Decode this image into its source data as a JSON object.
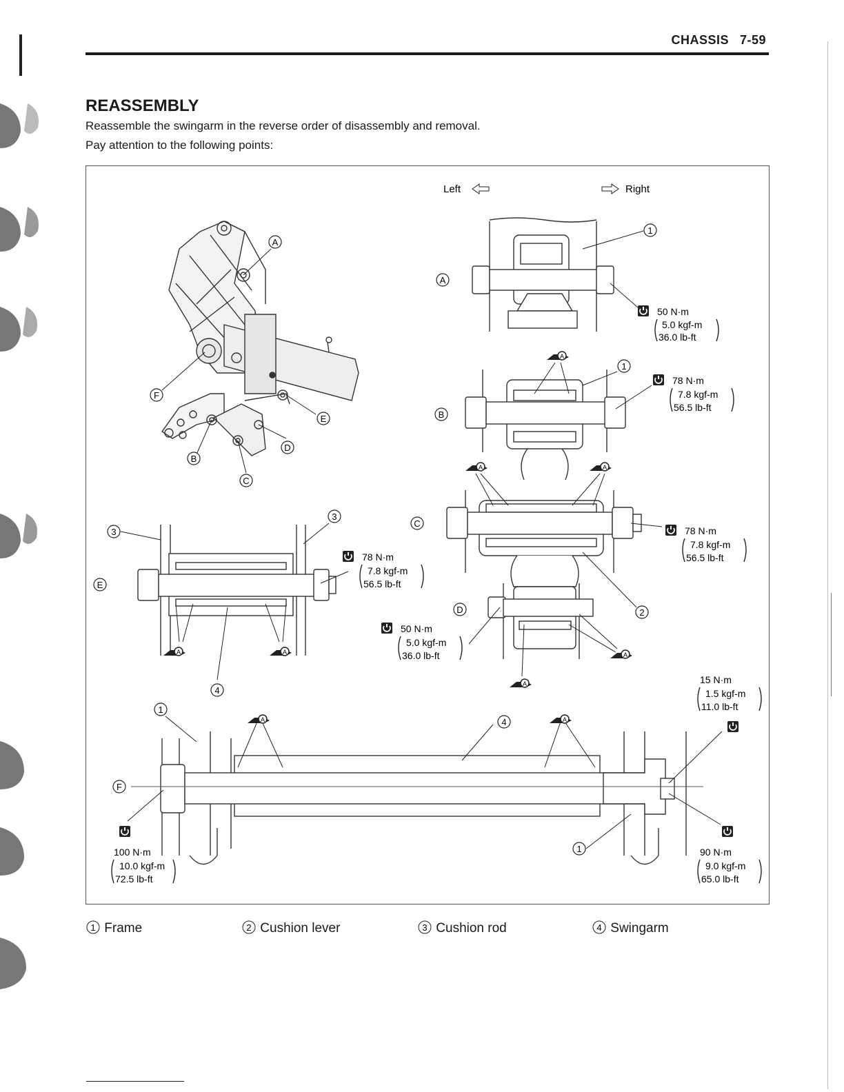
{
  "header": {
    "section": "CHASSIS",
    "page": "7-59"
  },
  "title": "REASSEMBLY",
  "intro": [
    "Reassemble the swingarm in the reverse order of disassembly and removal.",
    "Pay attention to the following points:"
  ],
  "figure": {
    "direction_left": "Left",
    "direction_right": "Right",
    "callouts": {
      "a": "A",
      "b": "B",
      "c": "C",
      "d": "D",
      "e": "E",
      "f": "F"
    },
    "parts": {
      "one": "1",
      "two": "2",
      "three": "3",
      "four": "4"
    },
    "grease_label": "A",
    "torques": {
      "a": [
        "50 N·m",
        "5.0 kgf-m",
        "36.0 lb-ft"
      ],
      "b": [
        "78 N·m",
        "7.8 kgf-m",
        "56.5 lb-ft"
      ],
      "c": [
        "78 N·m",
        "7.8 kgf-m",
        "56.5 lb-ft"
      ],
      "e": [
        "78 N·m",
        "7.8 kgf-m",
        "56.5 lb-ft"
      ],
      "d": [
        "50 N·m",
        "5.0 kgf-m",
        "36.0 lb-ft"
      ],
      "f_top": [
        "15 N·m",
        "1.5 kgf-m",
        "11.0 lb-ft"
      ],
      "f_left": [
        "100 N·m",
        "10.0 kgf-m",
        "72.5 lb-ft"
      ],
      "f_right": [
        "90 N·m",
        "9.0 kgf-m",
        "65.0 lb-ft"
      ]
    }
  },
  "legend": [
    {
      "num": "1",
      "label": "Frame"
    },
    {
      "num": "2",
      "label": "Cushion lever"
    },
    {
      "num": "3",
      "label": "Cushion rod"
    },
    {
      "num": "4",
      "label": "Swingarm"
    }
  ]
}
